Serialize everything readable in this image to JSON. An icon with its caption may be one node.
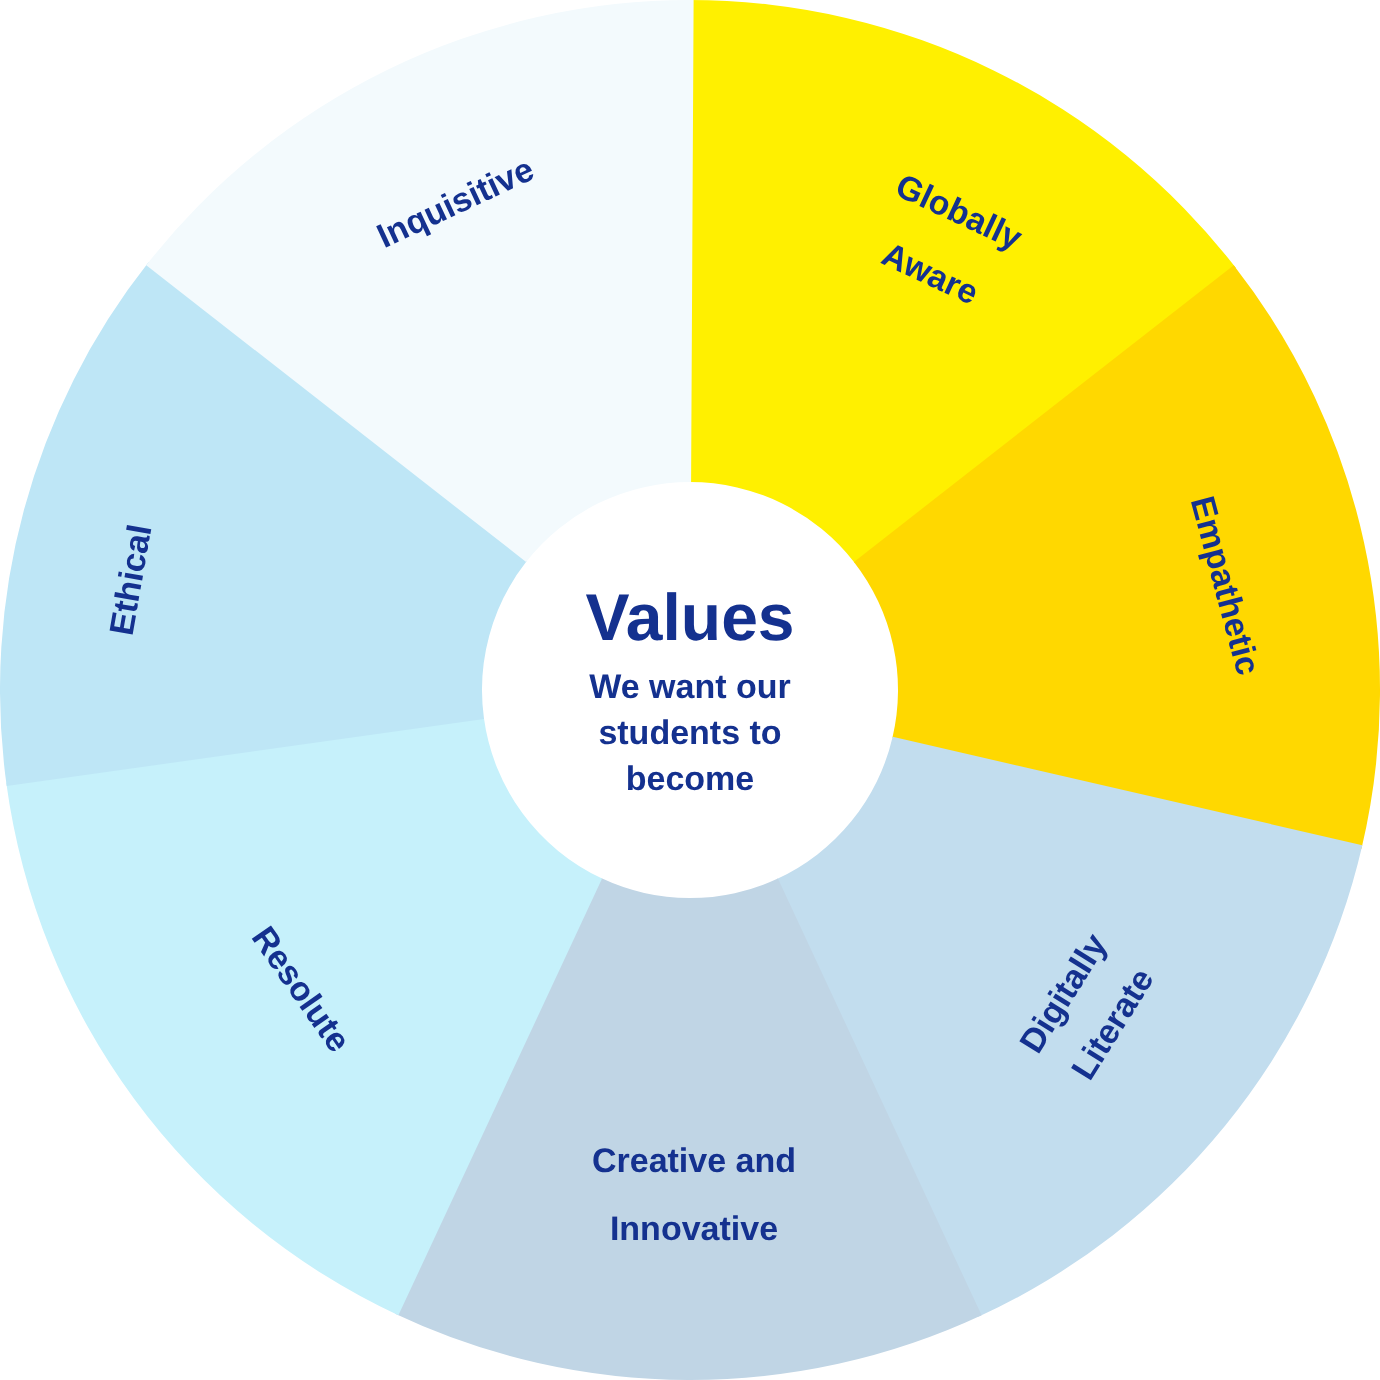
{
  "diagram": {
    "nodes": [
      {
        "text": [
          "Values",
          "We want our students to become"
        ]
      },
      {
        "text": [
          "Globally Aware"
        ]
      },
      {
        "text": [
          "Empathetic"
        ]
      },
      {
        "text": [
          "Digitally Literate"
        ]
      },
      {
        "text": [
          "Creative and Innovative"
        ]
      },
      {
        "text": [
          "Resolute"
        ]
      },
      {
        "text": [
          "Ethical"
        ]
      },
      {
        "text": [
          "Inquisitive"
        ]
      }
    ]
  }
}
